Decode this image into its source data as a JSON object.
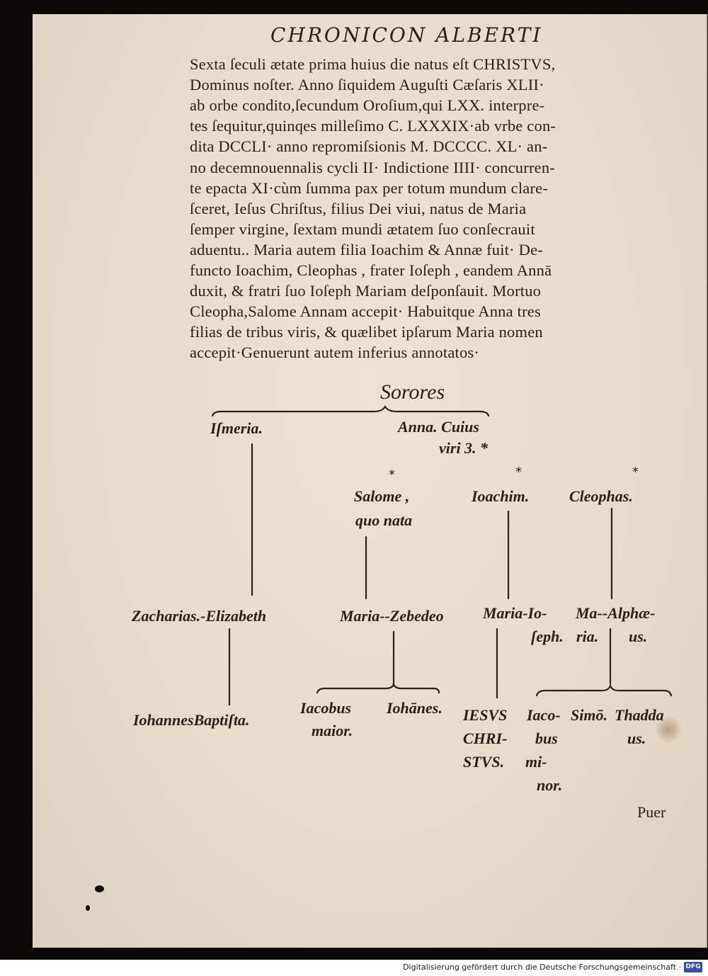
{
  "running_head": "CHRONICON ALBERTI",
  "body_lines": [
    "Sexta ſeculi ætate prima huius die natus eſt CHRISTVS,",
    "Dominus noſter.   Anno ſiquidem Auguſti Cæſaris XLII·",
    "ab orbe condito,ſecundum Oroſium,qui LXX. interpre-",
    "tes ſequitur,quinqes milleſimo C. LXXXIX·ab vrbe con-",
    "dita DCCLI· anno repromiſsionis M. DCCCC. XL· an-",
    "no decemnouennalis cycli II· Indictione IIII· concurren-",
    "te epacta XI·cùm ſumma pax per totum mundum clare-",
    "ſceret, Ieſus Chriſtus, filius Dei viui,  natus de Maria",
    "ſemper virgine, ſextam mundi ætatem ſuo conſecrauit",
    "aduentu..   Maria autem filia Ioachim & Annæ fuit· De-",
    "functo Ioachim, Cleophas , frater Ioſeph , eandem Annā",
    "duxit, & fratri ſuo Ioſeph Mariam deſponſauit.   Mortuo",
    "Cleopha,Salome Annam accepit·   Habuitque Anna tres",
    "filias de tribus viris, & quælibet ipſarum Maria nomen",
    "accepit·Genuerunt autem inferius annotatos·"
  ],
  "tree": {
    "heading": "Sorores",
    "ismeria": "Iſmeria.",
    "anna_line1": "Anna. Cuius",
    "anna_line2": "viri 3. *",
    "star": "*",
    "salome_line1": "Salome ,",
    "salome_line2": "quo nata",
    "joachim": "Ioachim.",
    "cleophas": "Cleophas.",
    "zacharias": "Zacharias.-Elizabeth",
    "maria_zebedeo": "Maria--Zebedeo",
    "maria_joseph_line1": "Maria-Io-",
    "maria_joseph_line2": "ſeph.",
    "maria_alphaeus_ma": "Ma--Alphæ-",
    "maria_alphaeus_ria": "ria.",
    "maria_alphaeus_us": "us.",
    "johannes_baptista": "IohannesBaptiſta.",
    "jacobus_line1": "Iacobus",
    "jacobus_line2": "maior.",
    "johannes": "Iohānes.",
    "jesus_line1": "IESVS",
    "jesus_line2": "CHRI-",
    "jesus_line3": "STVS.",
    "jacobus_minor_line1": "Iaco-",
    "jacobus_minor_line2": "bus",
    "jacobus_minor_line3": "mi-",
    "jacobus_minor_line4": "nor.",
    "simon": "Simō.",
    "thaddaeus_line1": "Thadda",
    "thaddaeus_line2": "us."
  },
  "catchword": "Puer",
  "footer": {
    "text": "Digitalisierung gefördert durch die Deutsche Forschungsgemeinschaft ·",
    "logo": "DFG"
  }
}
